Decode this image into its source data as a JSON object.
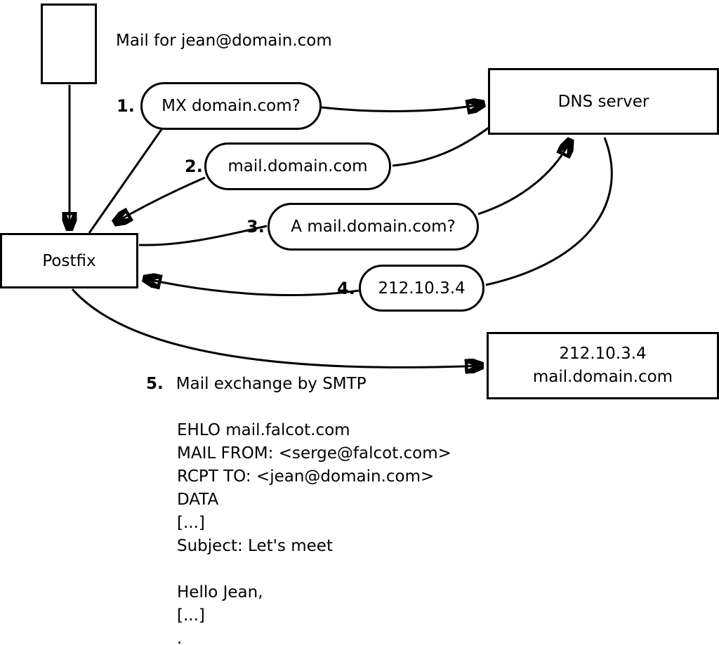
{
  "diagram": {
    "mail_label": "Mail for jean@domain.com",
    "nodes": {
      "postfix": "Postfix",
      "dns": "DNS server",
      "target": {
        "line1": "212.10.3.4",
        "line2": "mail.domain.com"
      }
    },
    "steps": [
      {
        "num": "1.",
        "label": "MX domain.com?"
      },
      {
        "num": "2.",
        "label": "mail.domain.com"
      },
      {
        "num": "3.",
        "label": "A mail.domain.com?"
      },
      {
        "num": "4.",
        "label": "212.10.3.4"
      },
      {
        "num": "5.",
        "label": "Mail exchange by SMTP"
      }
    ],
    "smtp_session": [
      "EHLO mail.falcot.com",
      "MAIL FROM: <serge@falcot.com>",
      "RCPT TO: <jean@domain.com>",
      "DATA",
      "[...]",
      "Subject: Let's meet",
      "",
      "Hello Jean,",
      "[...]",
      "."
    ]
  }
}
